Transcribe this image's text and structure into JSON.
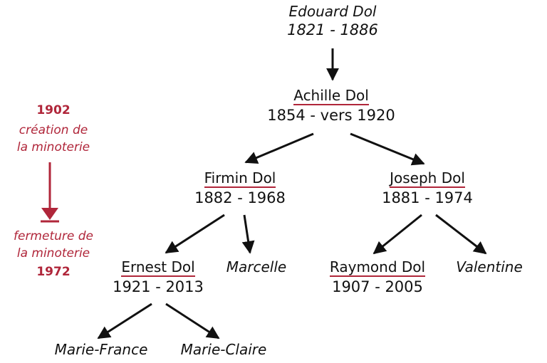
{
  "people": {
    "edouard": {
      "name": "Edouard Dol",
      "years": "1821 - 1886"
    },
    "achille": {
      "name": "Achille Dol",
      "years": "1854 - vers 1920"
    },
    "firmin": {
      "name": "Firmin Dol",
      "years": "1882 - 1968"
    },
    "joseph": {
      "name": "Joseph Dol",
      "years": "1881 - 1974"
    },
    "ernest": {
      "name": "Ernest Dol",
      "years": "1921 - 2013"
    },
    "marcelle": {
      "name": "Marcelle"
    },
    "raymond": {
      "name": "Raymond Dol",
      "years": "1907 - 2005"
    },
    "valentine": {
      "name": "Valentine"
    },
    "marie_france": {
      "name": "Marie-France"
    },
    "marie_claire": {
      "name": "Marie-Claire"
    }
  },
  "timeline": {
    "start_year": "1902",
    "start_event_line1": "création de",
    "start_event_line2": "la minoterie",
    "end_event_line1": "fermeture de",
    "end_event_line2": "la minoterie",
    "end_year": "1972"
  },
  "colors": {
    "accent": "#b0263a",
    "text": "#111111",
    "arrow": "#111111"
  }
}
